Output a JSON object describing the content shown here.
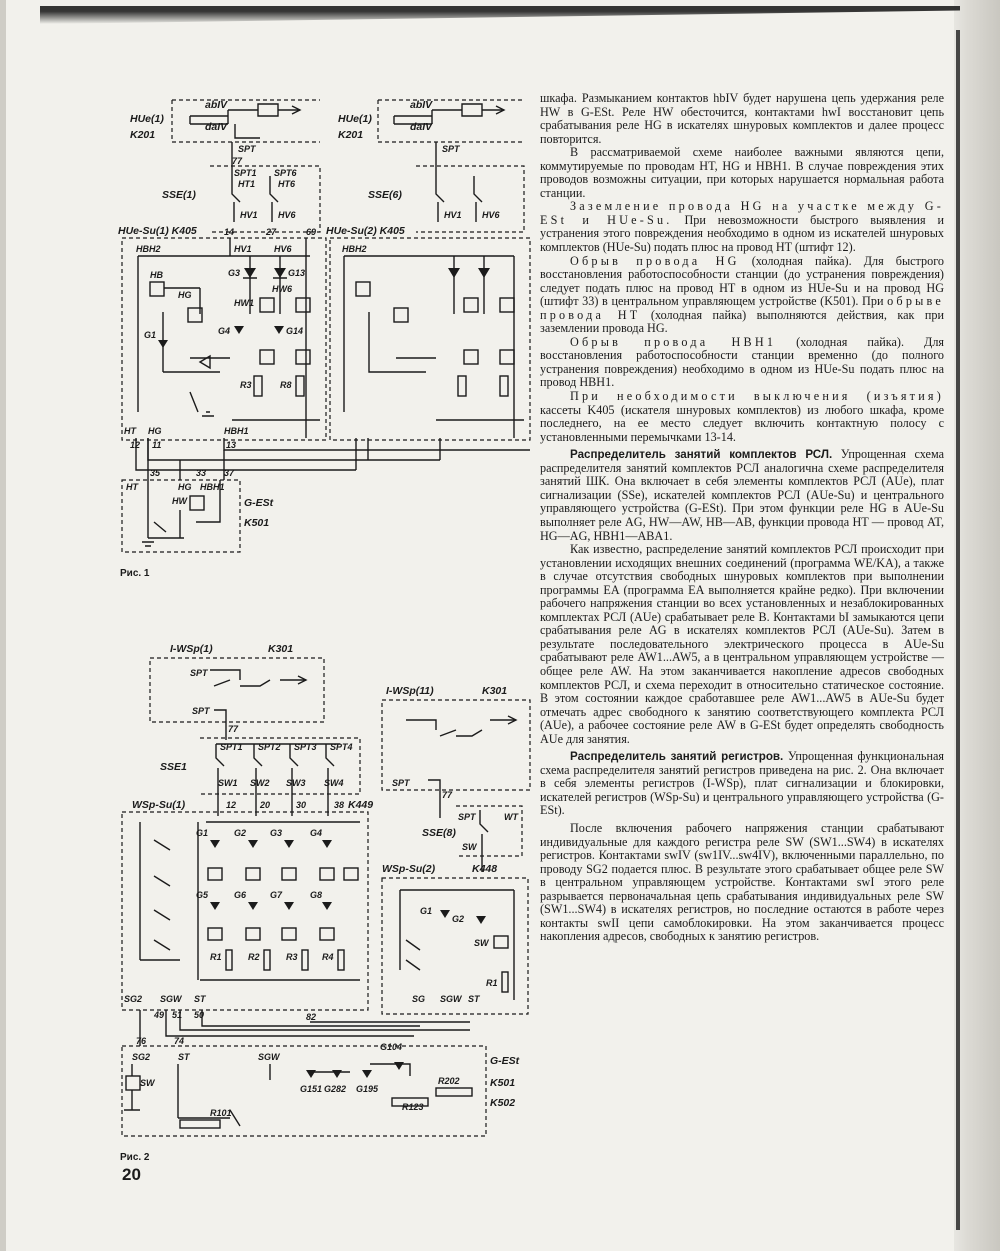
{
  "page": {
    "number": "20"
  },
  "figures": {
    "fig1": {
      "caption": "Рис. 1",
      "left": {
        "hue": "HUe(1)",
        "k201": "K201",
        "ab": "abIV",
        "da": "daIV",
        "spt": "SPT",
        "sse": "SSE(1)",
        "spt1": "SPT1",
        "spt6": "SPT6",
        "ht1": "HT1",
        "ht6": "HT6",
        "hv1": "HV1",
        "hv6": "HV6",
        "huesu": "HUe-Su(1) K405",
        "hbh2": "HBH2",
        "hb": "HB",
        "hw1": "HW1",
        "hw6": "HW6",
        "g1": "G1",
        "g3": "G3",
        "g4": "G4",
        "g13": "G13",
        "g14": "G14",
        "hg": "HG",
        "r3": "R3",
        "r8": "R8",
        "ht": "HT",
        "hbh1": "HBH1",
        "n14": "14",
        "n27": "27",
        "n69": "69",
        "n12": "12",
        "n11": "11",
        "n13": "13",
        "n77": "77"
      },
      "right": {
        "hue": "HUe(1)",
        "k201": "K201",
        "ab": "abIV",
        "da": "daIV",
        "spt": "SPT",
        "sse": "SSE(6)",
        "huesu": "HUe-Su(2) K405",
        "hbh2": "HBH2",
        "hv1": "HV1",
        "hv6": "HV6"
      },
      "gest": {
        "title": "G-ESt",
        "k501": "K501",
        "ht": "HT",
        "hg": "HG",
        "hbh1": "HBH1",
        "hw": "HW",
        "n35": "35",
        "n33": "33",
        "n37": "37"
      }
    },
    "fig2": {
      "caption": "Рис. 2",
      "iwsp1": "I-WSp(1)",
      "k301": "K301",
      "iwsp11": "I-WSp(11)",
      "k301b": "K301",
      "spt": "SPT",
      "sse1": "SSE1",
      "sse8": "SSE(8)",
      "spt_list": [
        "SPT1",
        "SPT2",
        "SPT3",
        "SPT4"
      ],
      "sw_list": [
        "SW1",
        "SW2",
        "SW3",
        "SW4"
      ],
      "wspsu1": "WSp-Su(1)",
      "k449": "K449",
      "wspsu2": "WSp-Su(2)",
      "k448": "K448",
      "g_list": [
        "G1",
        "G2",
        "G3",
        "G4",
        "G5",
        "G6",
        "G7",
        "G8"
      ],
      "r_list": [
        "R1",
        "R2",
        "R3",
        "R4"
      ],
      "sg2": "SG2",
      "sgw": "SGW",
      "st": "ST",
      "sw": "SW",
      "wt": "WT",
      "sg": "SG",
      "gest": "G-ESt",
      "k501": "K501",
      "k502": "K502",
      "g104": "G104",
      "g151": "G151",
      "g282": "G282",
      "g195": "G195",
      "r101": "R101",
      "r123": "R123",
      "r202": "R202",
      "n77": "77",
      "n12": "12",
      "n20": "20",
      "n30": "30",
      "n38": "38",
      "n49": "49",
      "n51": "51",
      "n50": "50",
      "n82": "82",
      "n76": "76",
      "n74": "74"
    }
  },
  "text": {
    "p1": "шкафа. Размыканием контактов hbIV будет нарушена цепь удержания реле HW в G-ESt. Реле HW обесточится, контактами hwI восстановит цепь срабатывания реле HG в искателях шнуровых комплектов и далее процесс повторится.",
    "p2": "В рассматриваемой схеме наиболее важными являются цепи, коммутируемые по проводам HT, HG и HBH1. В случае повреждения этих проводов возможны ситуации, при которых нарушается нормальная работа станции.",
    "p3_spaced": "Заземление провода HG на участке между G-ESt и HUe-Su.",
    "p3_rest": " При невозможности быстрого выявления и устранения этого повреждения необходимо в одном из искателей шнуровых комплектов (HUe-Su) подать плюс на провод HT (штифт 12).",
    "p4_spaced": "Обрыв провода HG",
    "p4_rest": " (холодная пайка). Для быстрого восстановления работоспособности станции (до устранения повреждения) следует подать плюс на провод HT в одном из HUe-Su и на провод HG (штифт 33) в центральном управляющем устройстве (K501). При ",
    "p4_spaced2": "обрыве провода HT",
    "p4_rest2": " (холодная пайка) выполняются действия, как при заземлении провода HG.",
    "p5_spaced": "Обрыв провода HBH1",
    "p5_rest": " (холодная пайка). Для восстановления работоспособности станции временно (до полного устранения повреждения) необходимо в одном из HUe-Su подать плюс на провод HBH1.",
    "p6_spaced": "При необходимости выключения (изъятия)",
    "p6_rest": " кассеты K405 (искателя шнуровых комплектов) из любого шкафа, кроме последнего, на ее место следует включить контактную полосу с установленными перемычками 13-14.",
    "h1": "Распределитель занятий комплектов РСЛ.",
    "p7": " Упрощенная схема распределителя занятий комплектов РСЛ аналогична схеме распределителя занятий ШК. Она включает в себя элементы комплектов РСЛ (AUe), плат сигнализации (SSe), искателей комплектов РСЛ (AUe-Su) и центрального управляющего устройства (G-ESt). При этом функции реле HG в AUe-Su выполняет реле AG, HW—AW, HB—AB, функции провода HT — провод AT, HG—AG, HBH1—ABA1.",
    "p8": "Как известно, распределение занятий комплектов РСЛ происходит при установлении исходящих внешних соединений (программа WE/KA), а также в случае отсутствия свободных шнуровых комплектов при выполнении программы EA (программа EA выполняется крайне редко). При включении рабочего напряжения станции во всех установленных и незаблокированных комплектах РСЛ (AUe) срабатывает реле B. Контактами bI замыкаются цепи срабатывания реле AG в искателях комплектов РСЛ (AUe-Su). Затем в результате последовательного электрического процесса в AUe-Su срабатывают реле AW1...AW5, а в центральном управляющем устройстве — общее реле AW. На этом заканчивается накопление адресов свободных комплектов РСЛ, и схема переходит в относительно статическое состояние. В этом состоянии каждое сработавшее реле AW1...AW5 в AUe-Su будет отмечать адрес свободного к занятию соответствующего комплекта РСЛ (AUe), а рабочее состояние реле AW в G-ESt будет определять свободность AUe для занятия.",
    "h2": "Распределитель занятий регистров.",
    "p9": " Упрощенная функциональная схема распределителя занятий регистров приведена на рис. 2. Она включает в себя элементы регистров (I-WSp), плат сигнализации и блокировки, искателей регистров (WSp-Su) и центрального управляющего устройства (G-ESt).",
    "p10": "После включения рабочего напряжения станции срабатывают индивидуальные для каждого регистра реле SW (SW1...SW4) в искателях регистров. Контактами swIV (sw1IV...sw4IV), включенными параллельно, по проводу SG2 подается плюс. В результате этого срабатывает общее реле SW в центральном управляющем устройстве. Контактами swI этого реле разрывается первоначальная цепь срабатывания индивидуальных реле SW (SW1...SW4) в искателях регистров, но последние остаются в работе через контакты swII цепи самоблокировки. На этом заканчивается процесс накопления адресов, свободных к занятию регистров."
  }
}
